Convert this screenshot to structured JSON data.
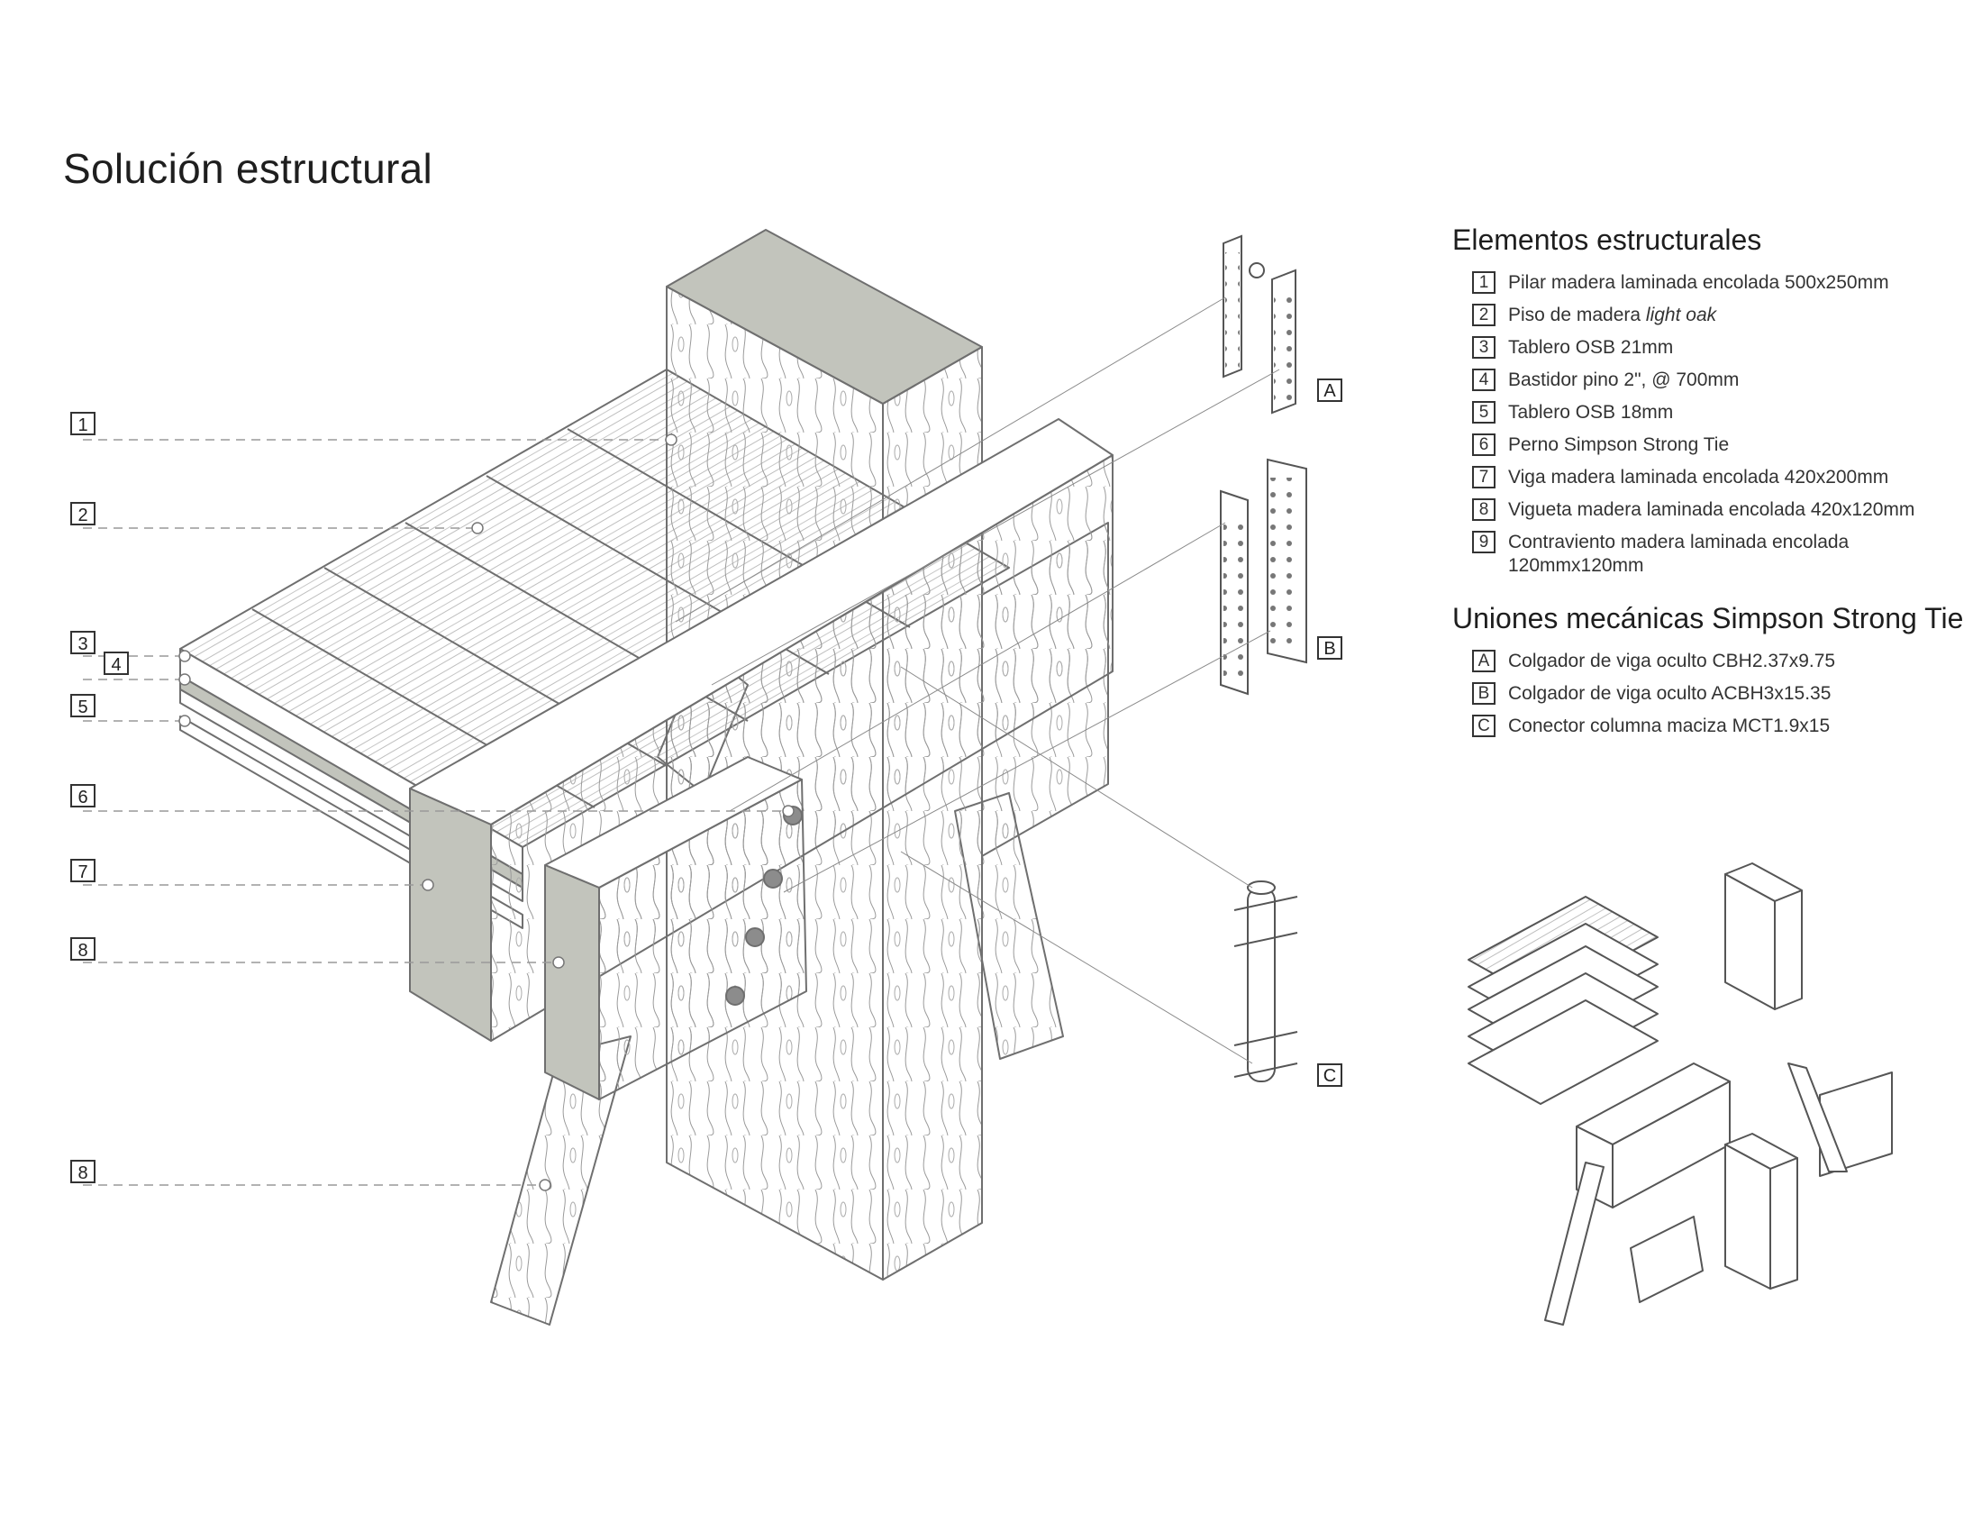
{
  "title": "Solución estructural",
  "diagram_callouts": [
    "1",
    "2",
    "3",
    "4",
    "5",
    "6",
    "7",
    "8",
    "8"
  ],
  "connector_tags": [
    "A",
    "B",
    "C"
  ],
  "structural_elements": {
    "heading": "Elementos estructurales",
    "items": [
      {
        "num": "1",
        "text": "Pilar madera laminada encolada 500x250mm",
        "em": ""
      },
      {
        "num": "2",
        "text": "Piso de madera ",
        "em": "light oak"
      },
      {
        "num": "3",
        "text": "Tablero OSB 21mm",
        "em": ""
      },
      {
        "num": "4",
        "text": "Bastidor pino 2\", @ 700mm",
        "em": ""
      },
      {
        "num": "5",
        "text": "Tablero OSB 18mm",
        "em": ""
      },
      {
        "num": "6",
        "text": "Perno Simpson Strong Tie",
        "em": ""
      },
      {
        "num": "7",
        "text": "Viga madera laminada encolada 420x200mm",
        "em": ""
      },
      {
        "num": "8",
        "text": "Vigueta madera laminada encolada 420x120mm",
        "em": ""
      },
      {
        "num": "9",
        "text": "Contraviento madera laminada encolada 120mmx120mm",
        "em": ""
      }
    ]
  },
  "mechanical_joints": {
    "heading": "Uniones mecánicas Simpson Strong Tie",
    "items": [
      {
        "num": "A",
        "text": "Colgador de viga oculto CBH2.37x9.75"
      },
      {
        "num": "B",
        "text": "Colgador de viga oculto ACBH3x15.35"
      },
      {
        "num": "C",
        "text": "Conector columna maciza MCT1.9x15"
      }
    ]
  },
  "colors": {
    "line": "#6f6f6f",
    "end_grain": "#c2c4bc",
    "wood_face": "#ffffff",
    "text": "#222222"
  }
}
